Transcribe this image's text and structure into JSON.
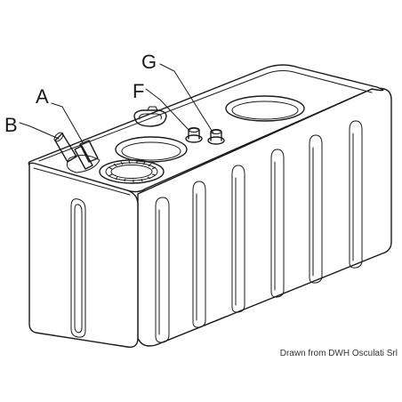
{
  "labels": {
    "a": "A",
    "b": "B",
    "f": "F",
    "g": "G"
  },
  "credit": "Drawn from DWH Osculati Srl"
}
